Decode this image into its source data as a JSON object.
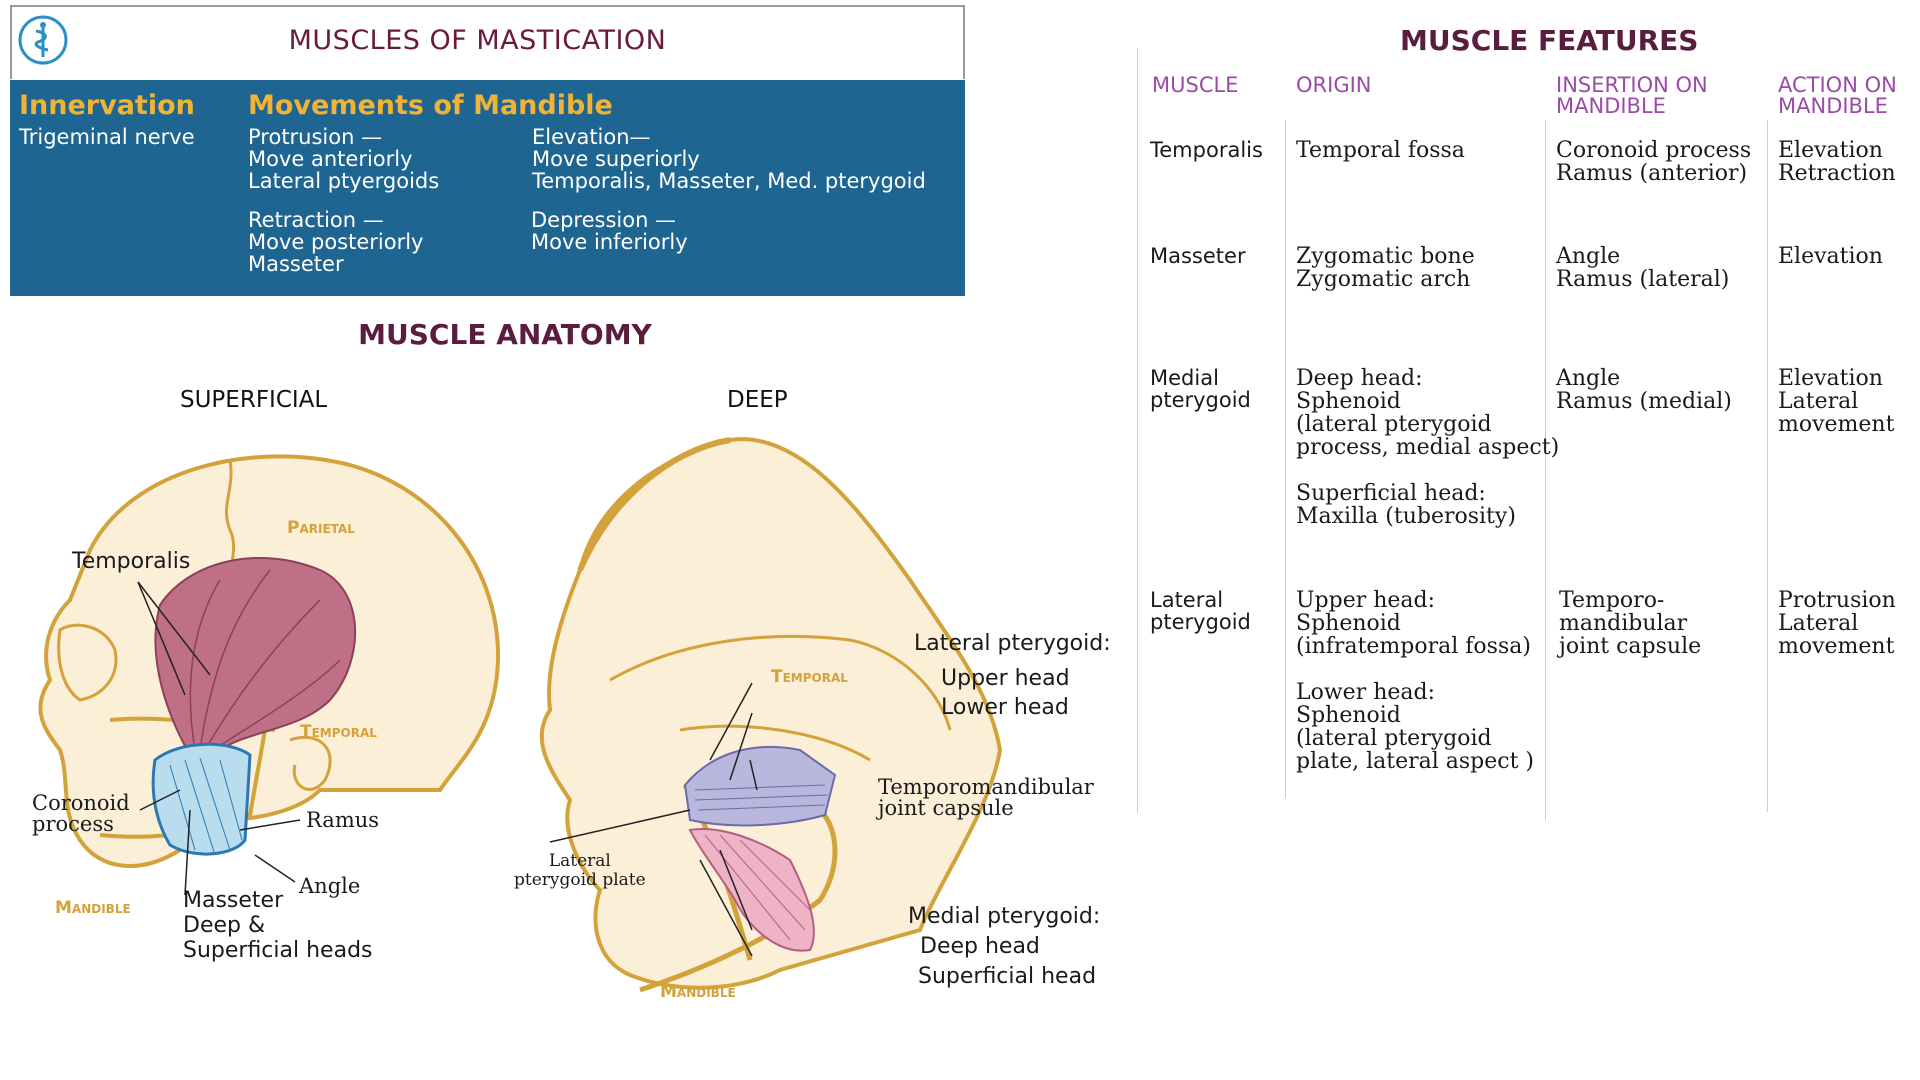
{
  "header": {
    "title": "MUSCLES OF MASTICATION",
    "logo_icon": "caduceus-icon"
  },
  "info_box": {
    "innervation_heading": "Innervation",
    "innervation_text": "Trigeminal nerve",
    "movements_heading": "Movements of Mandible",
    "movements": [
      {
        "name": "Protrusion —",
        "direction": "Move anteriorly",
        "muscles": "Lateral ptyergoids"
      },
      {
        "name": "Elevation—",
        "direction": "Move superiorly",
        "muscles": "Temporalis, Masseter, Med. pterygoid"
      },
      {
        "name": "Retraction —",
        "direction": "Move posteriorly",
        "muscles": "Masseter"
      },
      {
        "name": "Depression —",
        "direction": "Move inferiorly",
        "muscles": ""
      }
    ]
  },
  "anatomy": {
    "title": "MUSCLE ANATOMY",
    "superficial": {
      "title": "SUPERFICIAL",
      "labels": {
        "temporalis": "Temporalis",
        "parietal": "Parietal",
        "temporal": "Temporal",
        "coronoid": "Coronoid\nprocess",
        "ramus": "Ramus",
        "angle": "Angle",
        "mandible": "Mandible",
        "masseter": "Masseter\nDeep &\nSuperficial heads"
      }
    },
    "deep": {
      "title": "DEEP",
      "labels": {
        "lateral_pterygoid": "Lateral pterygoid:",
        "upper_head": "Upper head",
        "lower_head": "Lower head",
        "temporal": "Temporal",
        "tmj_capsule": "Temporomandibular\njoint capsule",
        "lateral_plate": "Lateral\npterygoid plate",
        "medial_pterygoid": "Medial pterygoid:",
        "deep_head": "Deep head",
        "superficial_head": "Superficial head",
        "mandible": "Mandible"
      }
    }
  },
  "features": {
    "title": "MUSCLE FEATURES",
    "columns": [
      "MUSCLE",
      "ORIGIN",
      "INSERTION ON\nMANDIBLE",
      "ACTION ON\nMANDIBLE"
    ],
    "rows": [
      {
        "muscle": "Temporalis",
        "origin": "Temporal fossa",
        "insertion": "Coronoid process\nRamus (anterior)",
        "action": "Elevation\nRetraction"
      },
      {
        "muscle": "Masseter",
        "origin": "Zygomatic bone\nZygomatic arch",
        "insertion": "Angle\nRamus (lateral)",
        "action": "Elevation"
      },
      {
        "muscle": "Medial\npterygoid",
        "origin": "Deep head:\nSphenoid\n(lateral pterygoid\nprocess, medial aspect)\n\nSuperficial head:\nMaxilla (tuberosity)",
        "insertion": "Angle\nRamus (medial)",
        "action": "Elevation\nLateral\nmovement"
      },
      {
        "muscle": "Lateral\npterygoid",
        "origin": "Upper head:\nSphenoid\n(infratemporal fossa)\n\nLower head:\nSphenoid\n(lateral pterygoid\nplate, lateral aspect )",
        "insertion": "Temporo-\nmandibular\njoint capsule",
        "action": "Protrusion\nLateral\nmovement"
      }
    ]
  },
  "colors": {
    "title_maroon": "#6b1a3c",
    "box_blue": "#1e6591",
    "heading_gold": "#f1b335",
    "bone_fill": "#fcefd8",
    "bone_outline": "#d3a23a",
    "temporalis": "#bf6f86",
    "masseter": "#b9dcef",
    "lateral_pterygoid": "#b9b7de",
    "medial_pterygoid": "#eeb4c6",
    "column_purple": "#9b4aa8"
  }
}
